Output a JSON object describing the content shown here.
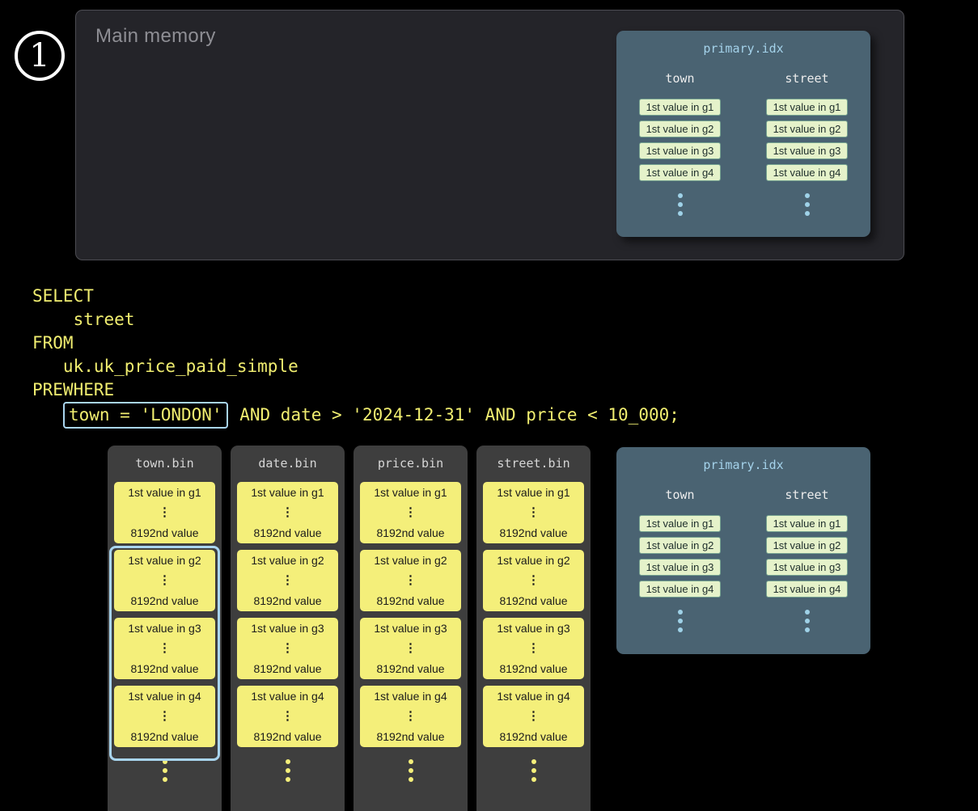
{
  "step": {
    "number": "1"
  },
  "ui": {
    "vertical_ellipsis": "⋮"
  },
  "colors": {
    "background": "#000000",
    "panel_slate": "#4a6372",
    "granule_yellow": "#f4ef7a",
    "chip_green": "#e5f2ca",
    "highlight_blue": "#a9d5ef",
    "sql_yellow": "#f1ee70"
  },
  "main_memory": {
    "title": "Main memory",
    "primary_index": {
      "title": "primary.idx",
      "town_header": "town",
      "street_header": "street",
      "town_entries": [
        "1st value in g1",
        "1st value in g2",
        "1st value in g3",
        "1st value in g4"
      ],
      "street_entries": [
        "1st value in g1",
        "1st value in g2",
        "1st value in g3",
        "1st value in g4"
      ]
    }
  },
  "query": {
    "select_keyword": "SELECT",
    "select_column": "    street",
    "from_keyword": "FROM",
    "from_table": "   uk.uk_price_paid_simple",
    "prewhere_keyword": "PREWHERE",
    "prewhere_indent": "   ",
    "prewhere_highlighted": "town = 'LONDON'",
    "prewhere_rest": " AND date > '2024-12-31' AND price < 10_000;"
  },
  "disk": {
    "columns": [
      {
        "title": "town.bin",
        "granules": [
          {
            "first_value": "1st value in g1",
            "last_value": "8192nd value"
          },
          {
            "first_value": "1st value in g2",
            "last_value": "8192nd value"
          },
          {
            "first_value": "1st value in g3",
            "last_value": "8192nd value"
          },
          {
            "first_value": "1st value in g4",
            "last_value": "8192nd value"
          }
        ]
      },
      {
        "title": "date.bin",
        "granules": [
          {
            "first_value": "1st value in g1",
            "last_value": "8192nd value"
          },
          {
            "first_value": "1st value in g2",
            "last_value": "8192nd value"
          },
          {
            "first_value": "1st value in g3",
            "last_value": "8192nd value"
          },
          {
            "first_value": "1st value in g4",
            "last_value": "8192nd value"
          }
        ]
      },
      {
        "title": "price.bin",
        "granules": [
          {
            "first_value": "1st value in g1",
            "last_value": "8192nd value"
          },
          {
            "first_value": "1st value in g2",
            "last_value": "8192nd value"
          },
          {
            "first_value": "1st value in g3",
            "last_value": "8192nd value"
          },
          {
            "first_value": "1st value in g4",
            "last_value": "8192nd value"
          }
        ]
      },
      {
        "title": "street.bin",
        "granules": [
          {
            "first_value": "1st value in g1",
            "last_value": "8192nd value"
          },
          {
            "first_value": "1st value in g2",
            "last_value": "8192nd value"
          },
          {
            "first_value": "1st value in g3",
            "last_value": "8192nd value"
          },
          {
            "first_value": "1st value in g4",
            "last_value": "8192nd value"
          }
        ]
      }
    ],
    "primary_index": {
      "title": "primary.idx",
      "town_header": "town",
      "street_header": "street",
      "town_entries": [
        "1st value in g1",
        "1st value in g2",
        "1st value in g3",
        "1st value in g4"
      ],
      "street_entries": [
        "1st value in g1",
        "1st value in g2",
        "1st value in g3",
        "1st value in g4"
      ]
    }
  }
}
